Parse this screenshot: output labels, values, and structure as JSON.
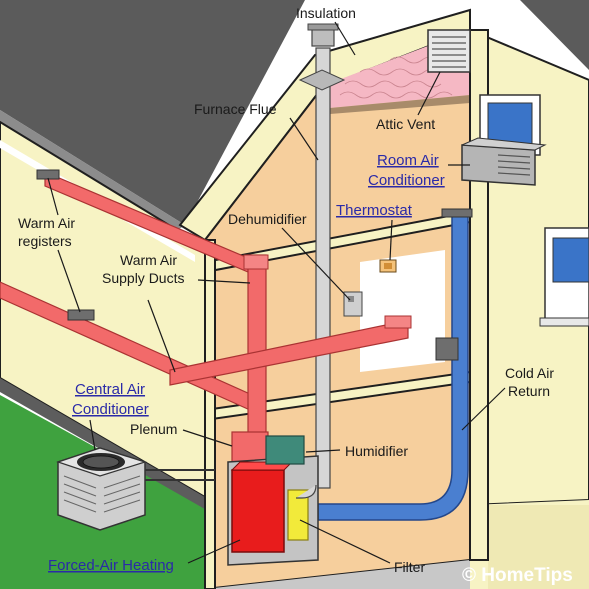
{
  "labels": {
    "insulation": "Insulation",
    "furnace_flue": "Furnace Flue",
    "attic_vent": "Attic Vent",
    "warm_air": "Warm Air",
    "registers": "registers",
    "dehumidifier": "Dehumidifier",
    "supply_line1": "Warm Air",
    "supply_line2": "Supply Ducts",
    "plenum": "Plenum",
    "humidifier": "Humidifier",
    "cold_line1": "Cold Air",
    "cold_line2": "Return",
    "filter": "Filter"
  },
  "links": {
    "room_ac_line1": "Room Air",
    "room_ac_line2": "Conditioner",
    "thermostat": "Thermostat",
    "central_ac_line1": "Central Air",
    "central_ac_line2": "Conditioner",
    "forced_air": "Forced-Air Heating"
  },
  "credit": "© HomeTips",
  "colors": {
    "wall": "#f7f3c4",
    "interior": "#f6cf9d",
    "roof": "#5a5a5a",
    "grass": "#3fa23f",
    "supply_duct": "#f26a6a",
    "return_duct": "#4a7fd0",
    "furnace": "#e81c1c",
    "filter": "#f2ea3a",
    "humidifier": "#3f8a7a",
    "link": "#2a2aa8"
  }
}
